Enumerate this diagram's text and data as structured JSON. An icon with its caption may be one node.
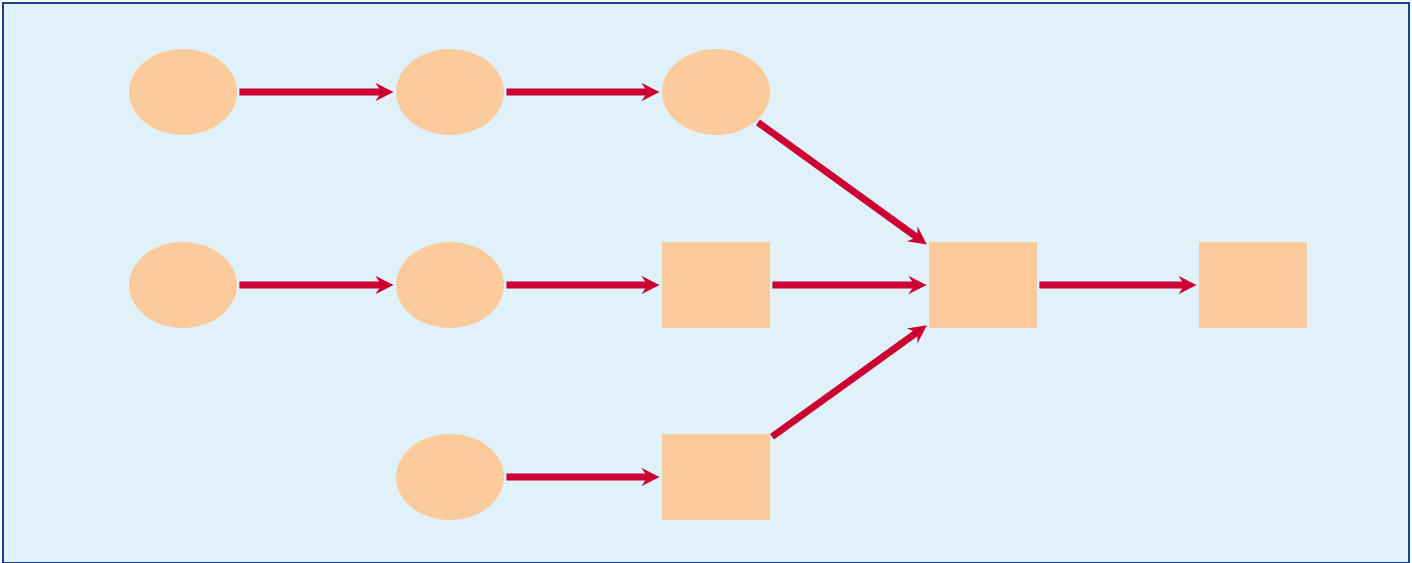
{
  "diagram": {
    "nodes": [
      {
        "text": [],
        "shape": "circle"
      },
      {
        "text": [],
        "shape": "circle"
      },
      {
        "text": [],
        "shape": "circle"
      },
      {
        "text": [],
        "shape": "circle"
      },
      {
        "text": [],
        "shape": "circle"
      },
      {
        "text": [],
        "shape": "box"
      },
      {
        "text": [],
        "shape": "box"
      },
      {
        "text": [],
        "shape": "box"
      },
      {
        "text": [],
        "shape": "circle"
      },
      {
        "text": [],
        "shape": "box"
      }
    ],
    "edges": [
      {
        "from": 0,
        "to": 1,
        "arrow": "to"
      },
      {
        "from": 1,
        "to": 2,
        "arrow": "to"
      },
      {
        "from": 2,
        "to": 6,
        "arrow": "to"
      },
      {
        "from": 3,
        "to": 4,
        "arrow": "to"
      },
      {
        "from": 4,
        "to": 5,
        "arrow": "to"
      },
      {
        "from": 5,
        "to": 6,
        "arrow": "to"
      },
      {
        "from": 6,
        "to": 7,
        "arrow": "to"
      },
      {
        "from": 8,
        "to": 9,
        "arrow": "to"
      },
      {
        "from": 9,
        "to": 6,
        "arrow": "to"
      }
    ]
  }
}
